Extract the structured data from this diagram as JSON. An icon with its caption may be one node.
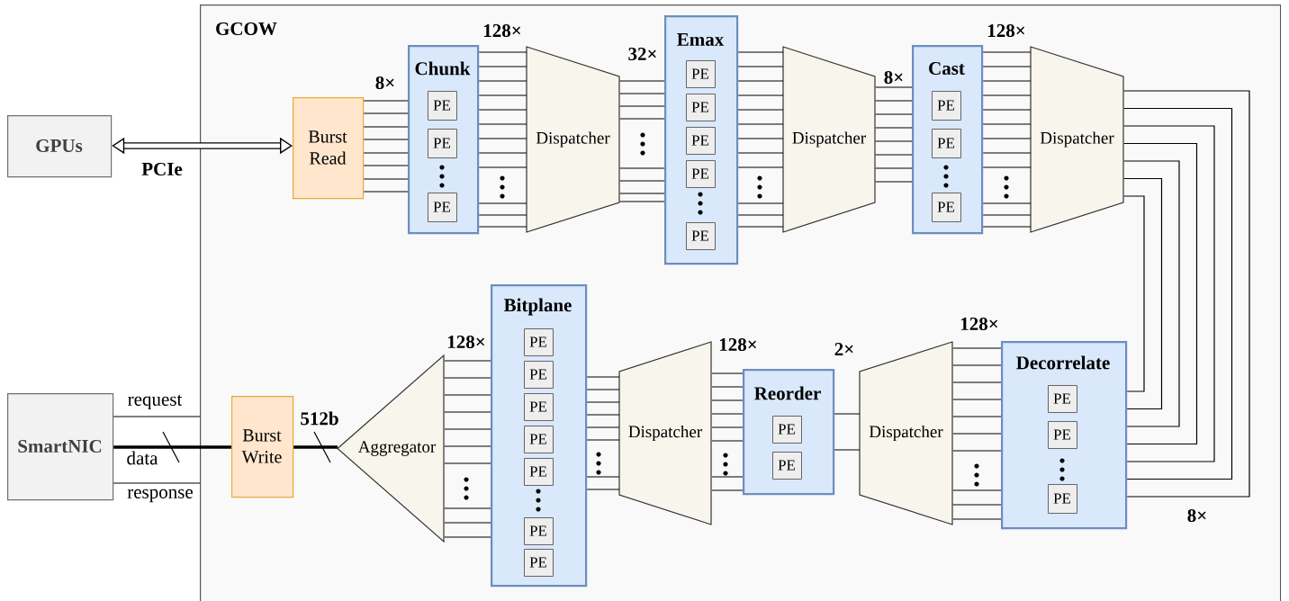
{
  "diagram": {
    "nodes": [
      {
        "text": [
          "GCOW"
        ]
      },
      {
        "text": [
          "GPUs"
        ]
      },
      {
        "text": [
          "Burst Read"
        ],
        "in": 0
      },
      {
        "text": [
          "Chunk"
        ],
        "in": 0
      },
      {
        "text": [
          "PE"
        ],
        "in": 3
      },
      {
        "text": [
          "PE"
        ],
        "in": 3
      },
      {
        "text": [
          "PE"
        ],
        "in": 3
      },
      {
        "text": [
          "Dispatcher"
        ],
        "in": 0
      },
      {
        "text": [
          "Emax"
        ],
        "in": 0
      },
      {
        "text": [
          "PE"
        ],
        "in": 8
      },
      {
        "text": [
          "PE"
        ],
        "in": 8
      },
      {
        "text": [
          "PE"
        ],
        "in": 8
      },
      {
        "text": [
          "PE"
        ],
        "in": 8
      },
      {
        "text": [
          "PE"
        ],
        "in": 8
      },
      {
        "text": [
          "Dispatcher"
        ],
        "in": 0
      },
      {
        "text": [
          "Cast"
        ],
        "in": 0
      },
      {
        "text": [
          "PE"
        ],
        "in": 15
      },
      {
        "text": [
          "PE"
        ],
        "in": 15
      },
      {
        "text": [
          "PE"
        ],
        "in": 15
      },
      {
        "text": [
          "Dispatcher"
        ],
        "in": 0
      },
      {
        "text": [
          "SmartNIC"
        ]
      },
      {
        "text": [
          "Burst Write"
        ],
        "in": 0
      },
      {
        "text": [
          "Aggregator"
        ],
        "in": 0
      },
      {
        "text": [
          "Bitplane"
        ],
        "in": 0
      },
      {
        "text": [
          "PE"
        ],
        "in": 23
      },
      {
        "text": [
          "PE"
        ],
        "in": 23
      },
      {
        "text": [
          "PE"
        ],
        "in": 23
      },
      {
        "text": [
          "PE"
        ],
        "in": 23
      },
      {
        "text": [
          "PE"
        ],
        "in": 23
      },
      {
        "text": [
          "PE"
        ],
        "in": 23
      },
      {
        "text": [
          "PE"
        ],
        "in": 23
      },
      {
        "text": [
          "Dispatcher"
        ],
        "in": 0
      },
      {
        "text": [
          "Reorder"
        ],
        "in": 0
      },
      {
        "text": [
          "PE"
        ],
        "in": 32
      },
      {
        "text": [
          "PE"
        ],
        "in": 32
      },
      {
        "text": [
          "Dispatcher"
        ],
        "in": 0
      },
      {
        "text": [
          "Decorrelate"
        ],
        "in": 0
      },
      {
        "text": [
          "PE"
        ],
        "in": 36
      },
      {
        "text": [
          "PE"
        ],
        "in": 36
      },
      {
        "text": [
          "PE"
        ],
        "in": 36
      }
    ],
    "edges": [
      {
        "from": 1,
        "to": 2,
        "arrow": "both",
        "label": "PCIe",
        "style": "thick"
      },
      {
        "from": 2,
        "to": 3,
        "arrow": "none",
        "label": "8×"
      },
      {
        "from": 3,
        "to": 7,
        "arrow": "none",
        "label": "128×"
      },
      {
        "from": 7,
        "to": 8,
        "arrow": "none",
        "label": "32×"
      },
      {
        "from": 8,
        "to": 14,
        "arrow": "none"
      },
      {
        "from": 14,
        "to": 15,
        "arrow": "none",
        "label": "8×"
      },
      {
        "from": 15,
        "to": 19,
        "arrow": "none",
        "label": "128×"
      },
      {
        "from": 19,
        "to": 36,
        "arrow": "none",
        "label": "8×"
      },
      {
        "from": 36,
        "to": 35,
        "arrow": "none",
        "label": "128×"
      },
      {
        "from": 35,
        "to": 32,
        "arrow": "none",
        "label": "2×"
      },
      {
        "from": 32,
        "to": 31,
        "arrow": "none",
        "label": "128×"
      },
      {
        "from": 31,
        "to": 23,
        "arrow": "none"
      },
      {
        "from": 23,
        "to": 22,
        "arrow": "none",
        "label": "128×"
      },
      {
        "from": 22,
        "to": 21,
        "arrow": "none",
        "label": "512b",
        "style": "thick"
      },
      {
        "from": 21,
        "to": 20,
        "arrow": "none",
        "label": "data",
        "style": "thick"
      },
      {
        "from": 20,
        "to": 0,
        "arrow": "none",
        "label": "request"
      },
      {
        "from": 20,
        "to": 0,
        "arrow": "none",
        "label": "response"
      }
    ]
  }
}
